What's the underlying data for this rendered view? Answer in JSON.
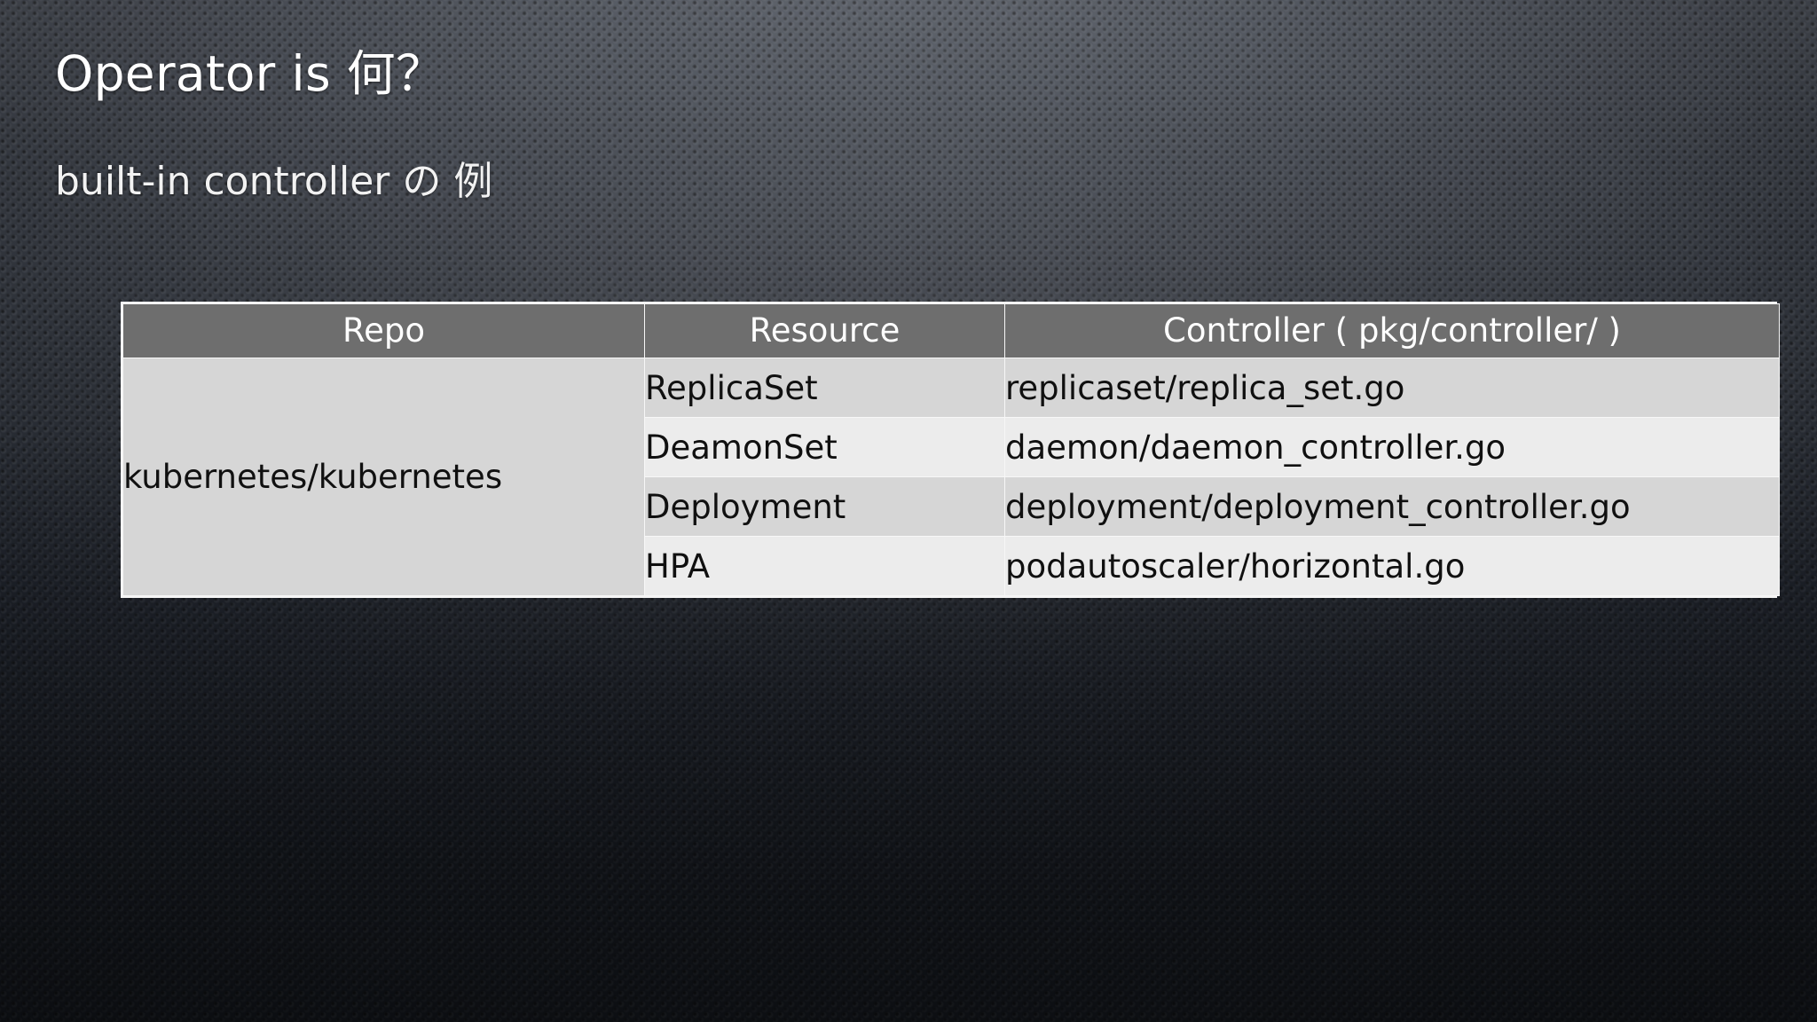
{
  "slide": {
    "title": "Operator is 何？",
    "subtitle": "built-in controller の 例"
  },
  "table": {
    "headers": {
      "repo": "Repo",
      "resource": "Resource",
      "controller": "Controller ( pkg/controller/ )"
    },
    "repo_value": "kubernetes/kubernetes",
    "rows": [
      {
        "resource": "ReplicaSet",
        "controller": "replicaset/replica_set.go"
      },
      {
        "resource": "DeamonSet",
        "controller": "daemon/daemon_controller.go"
      },
      {
        "resource": "Deployment",
        "controller": "deployment/deployment_controller.go"
      },
      {
        "resource": "HPA",
        "controller": "podautoscaler/horizontal.go"
      }
    ]
  },
  "colors": {
    "header_bg": "#6e6e6e",
    "header_text": "#ffffff",
    "row_shade_a": "#d6d6d6",
    "row_shade_b": "#ececec",
    "cell_text": "#101010",
    "slide_text": "#ffffff",
    "border": "#f7f7f7"
  }
}
